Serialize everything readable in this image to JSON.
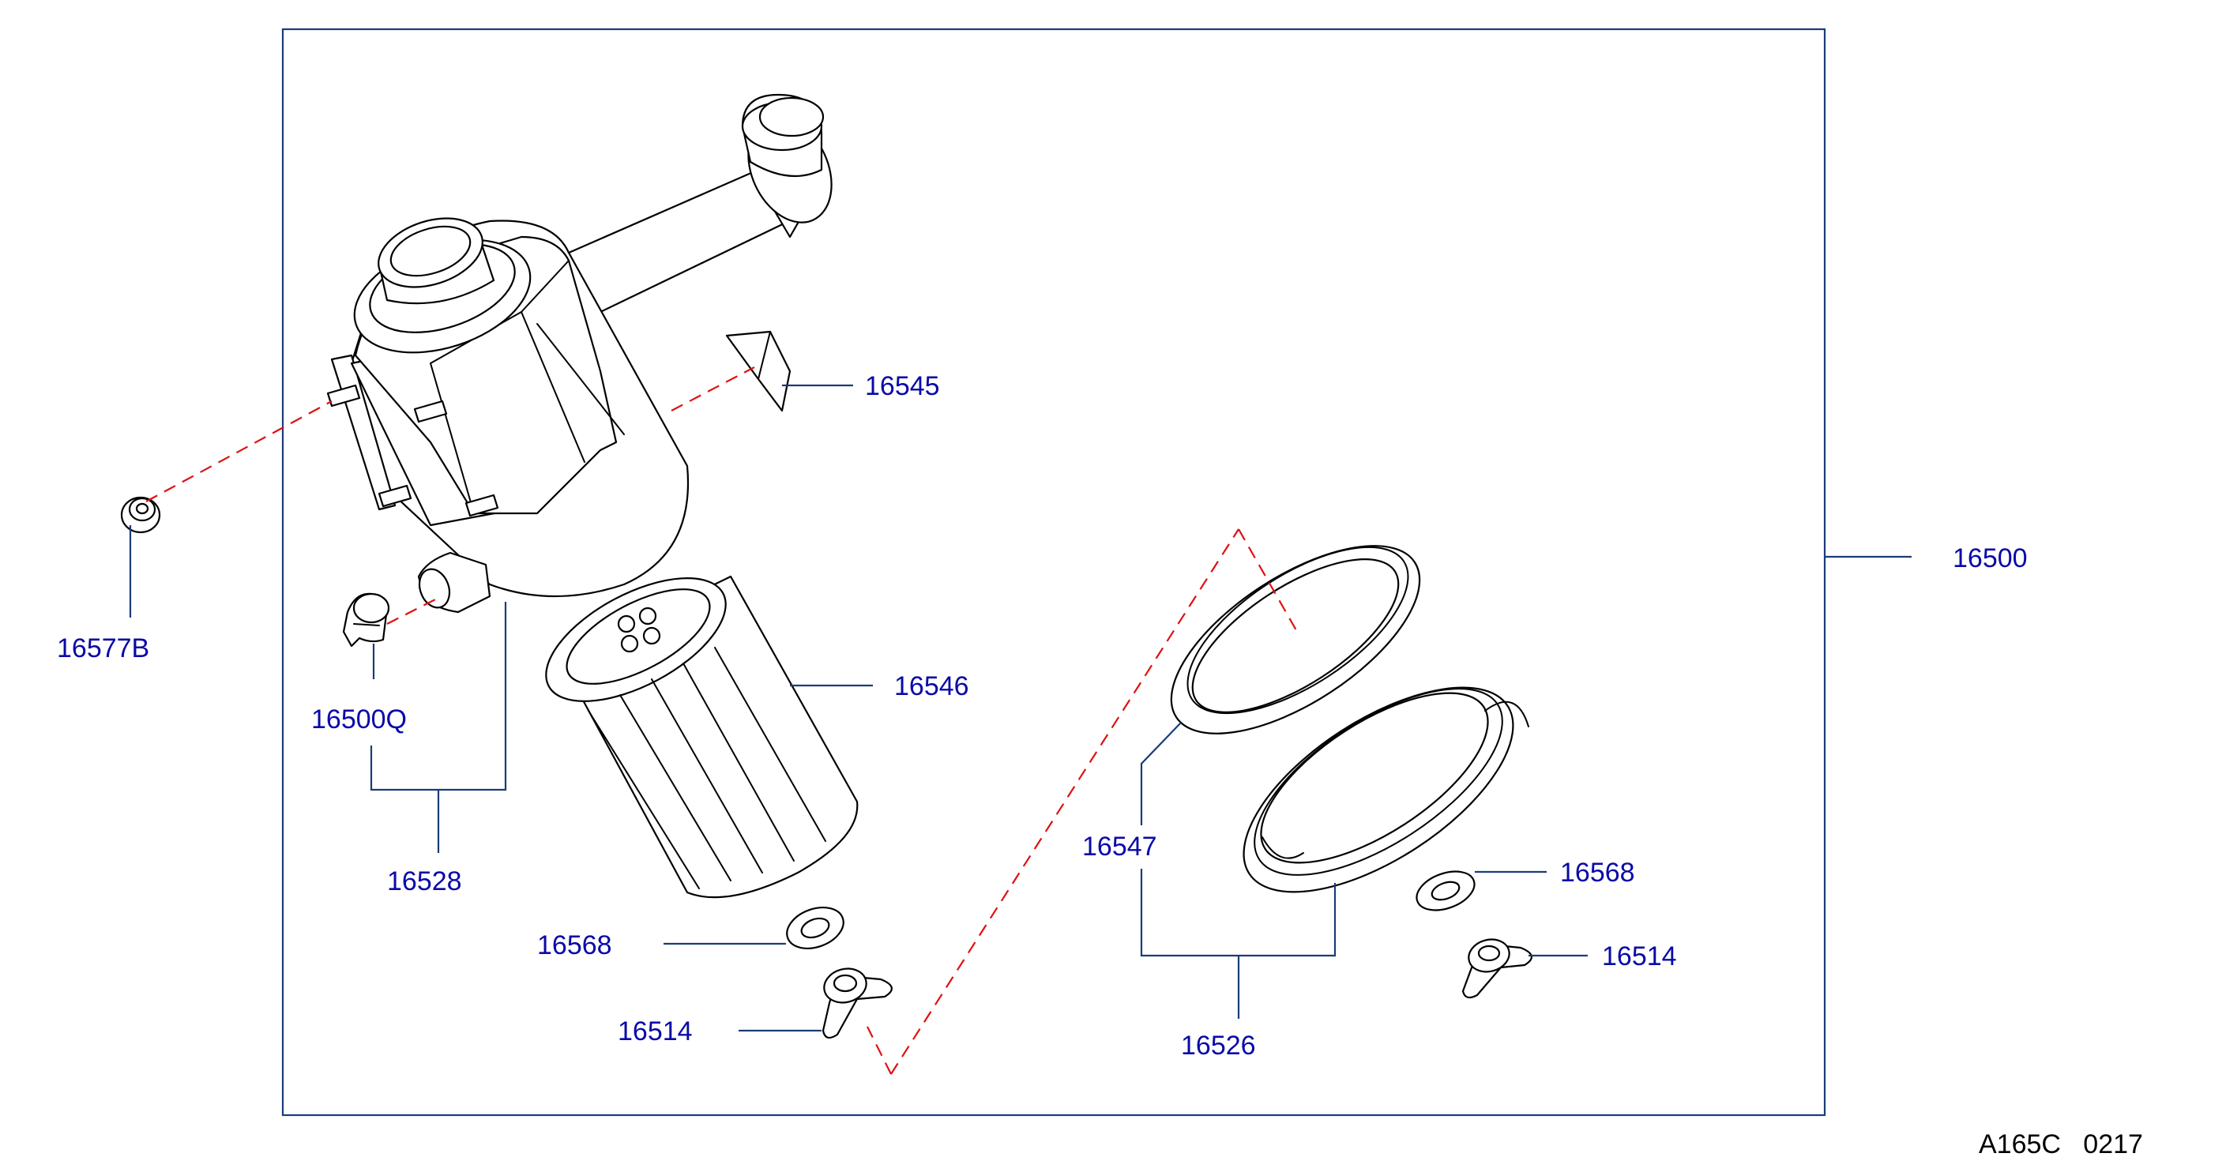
{
  "labels": {
    "p16545": "16545",
    "p16500": "16500",
    "p16577B": "16577B",
    "p16500Q": "16500Q",
    "p16546": "16546",
    "p16528": "16528",
    "p16568_left": "16568",
    "p16514_left": "16514",
    "p16547": "16547",
    "p16568_right": "16568",
    "p16514_right": "16514",
    "p16526": "16526"
  },
  "figure_code": "A165C   0217",
  "colors": {
    "label": "#0a0aa8",
    "leader": "#1a3c78",
    "phantom_line": "#e01010"
  }
}
